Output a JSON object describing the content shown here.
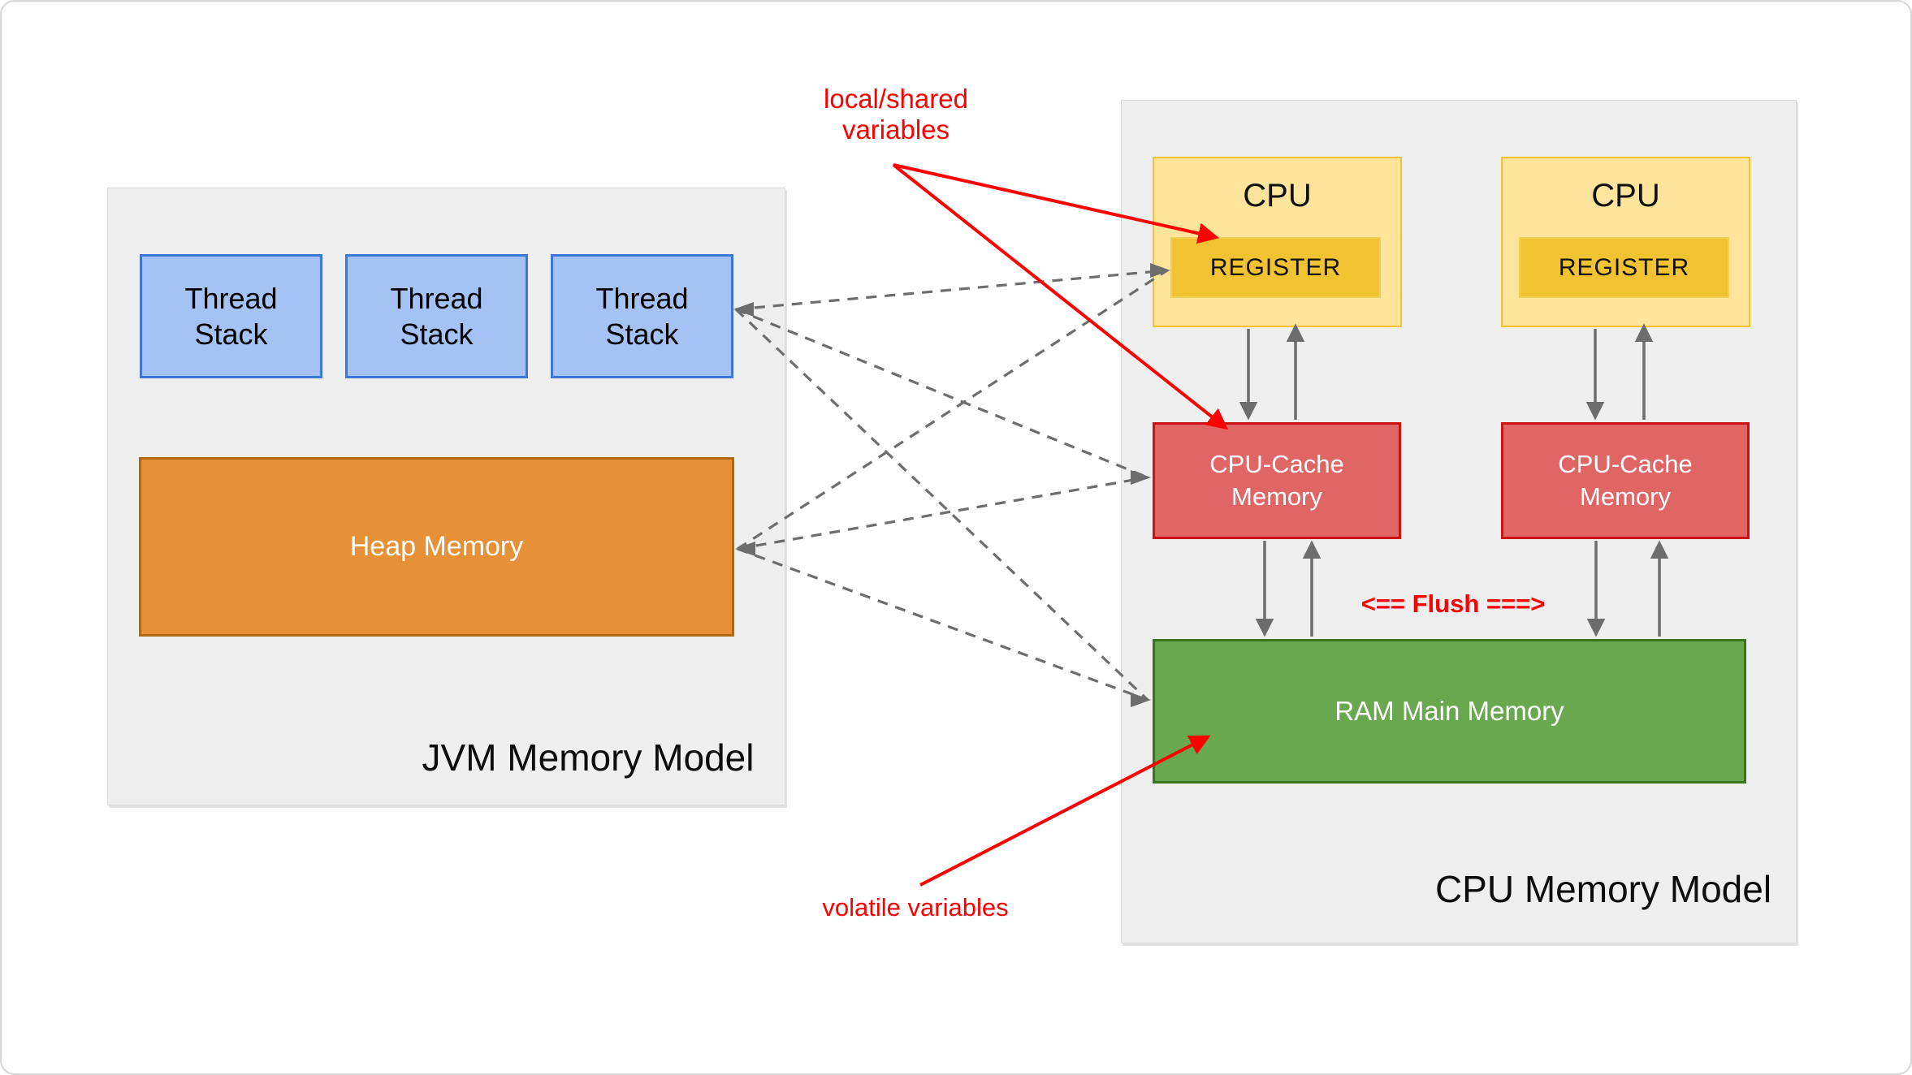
{
  "colors": {
    "panel_bg": "#efefef",
    "thread_stack_fill": "#a4c2f4",
    "thread_stack_border": "#3d78d8",
    "heap_fill": "#e69138",
    "heap_border": "#b2680f",
    "cpu_fill": "#ffe59b",
    "cpu_border": "#f1c232",
    "register_fill": "#f1c232",
    "cache_fill": "#e06666",
    "cache_border": "#cc1212",
    "ram_fill": "#6aa84f",
    "ram_border": "#38761d",
    "annotation_red": "#ff0000",
    "arrow_gray": "#6d6d6d"
  },
  "jvm": {
    "title": "JVM Memory Model",
    "thread_stacks": [
      {
        "label": "Thread\nStack"
      },
      {
        "label": "Thread\nStack"
      },
      {
        "label": "Thread\nStack"
      }
    ],
    "heap": {
      "label": "Heap Memory"
    }
  },
  "cpu": {
    "title": "CPU Memory Model",
    "flush_label": "<== Flush ===>",
    "cpus": [
      {
        "label": "CPU",
        "register": "REGISTER"
      },
      {
        "label": "CPU",
        "register": "REGISTER"
      }
    ],
    "caches": [
      {
        "label": "CPU-Cache\nMemory"
      },
      {
        "label": "CPU-Cache\nMemory"
      }
    ],
    "ram": {
      "label": "RAM Main Memory"
    }
  },
  "annotations": {
    "local_shared": "local/shared\nvariables",
    "volatile": "volatile variables"
  }
}
